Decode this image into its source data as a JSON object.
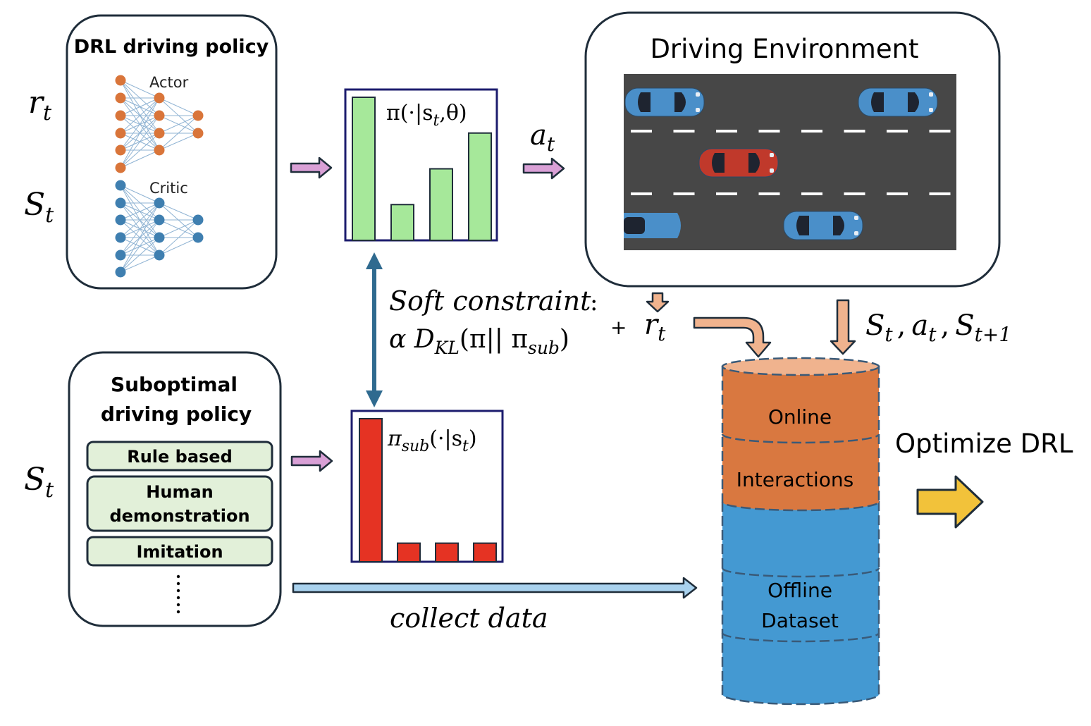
{
  "left_labels": {
    "r_t": {
      "base": "r",
      "sub": "t"
    },
    "s_t_top": {
      "base": "S",
      "sub": "t"
    },
    "s_t_bottom": {
      "base": "S",
      "sub": "t"
    }
  },
  "drl_policy": {
    "title": "DRL driving policy",
    "actor_label": "Actor",
    "critic_label": "Critic"
  },
  "policy_dist": {
    "label_prefix": "π(·|s",
    "label_sub": "t",
    "label_suffix": ",θ)",
    "bar_values": [
      1.0,
      0.25,
      0.5,
      0.75
    ],
    "bar_color": "#a6e89a"
  },
  "action_label": {
    "base": "a",
    "sub": "t"
  },
  "environment": {
    "title": "Driving Environment",
    "road_color": "#474747"
  },
  "soft_constraint": {
    "line1": "Soft constraint",
    "colon": ":",
    "line2_prefix": "α D",
    "line2_sub1": "KL",
    "line2_mid": "(π|| π",
    "line2_sub2": "sub",
    "line2_suffix": ")"
  },
  "reward": {
    "plus": "+",
    "base": "r",
    "sub": "t"
  },
  "transition": {
    "s1": "S",
    "s1_sub": "t",
    "sep1": ",",
    "a": "a",
    "a_sub": "t",
    "sep2": ",",
    "s2": "S",
    "s2_sub": "t+1"
  },
  "suboptimal": {
    "title_line1": "Suboptimal",
    "title_line2": "driving policy",
    "items": [
      "Rule based",
      "Human",
      "demonstration",
      "Imitation"
    ],
    "item_color": "#e2f0d9"
  },
  "sub_dist": {
    "label_prefix": "π",
    "label_sub1": "sub",
    "label_mid": "(·|s",
    "label_sub2": "t",
    "label_suffix": ")",
    "bar_values": [
      1.0,
      0.13,
      0.13,
      0.13
    ],
    "bar_color": "#e53323"
  },
  "collect_label": "collect data",
  "buffer": {
    "online_line1": "Online",
    "online_line2": "Interactions",
    "offline_line1": "Offline",
    "offline_line2": "Dataset",
    "online_color": "#d97840",
    "offline_color": "#4499d2"
  },
  "optimize_label": "Optimize DRL",
  "colors": {
    "pink_arrow": "#d9a0d6",
    "blue_arrow": "#a9d2ee",
    "salmon_arrow": "#f0b38e",
    "teal_arrow": "#2f6a8f",
    "yellow_arrow": "#f2c23a",
    "actor_node": "#d9753a",
    "critic_node": "#3f7fb0",
    "car_blue": "#4a8fc9",
    "car_red": "#c0392b"
  }
}
